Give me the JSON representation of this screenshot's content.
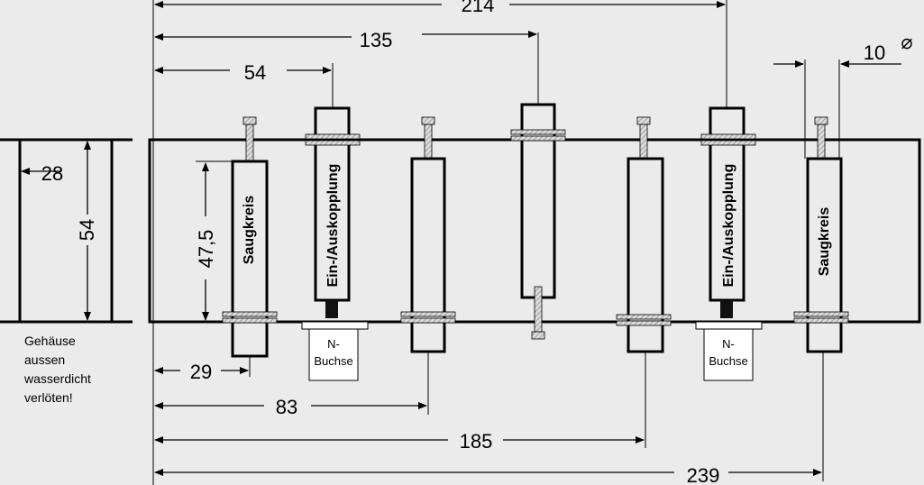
{
  "dimensions": {
    "d214": "214",
    "d135": "135",
    "d54top": "54",
    "d10": "10",
    "diameter_symbol": "⌀",
    "d28": "28",
    "d54side": "54",
    "d47_5": "47,5",
    "d29": "29",
    "d83": "83",
    "d185": "185",
    "d239": "239"
  },
  "labels": {
    "saugkreis": "Saugkreis",
    "einaus": "Ein-/Auskopplung",
    "n_buchse_1": "N-",
    "n_buchse_2": "Buchse"
  },
  "note": {
    "line1": "Gehäuse",
    "line2": "aussen",
    "line3": "wasserdicht",
    "line4": "verlöten!"
  },
  "colors": {
    "background": "#ebebeb",
    "line": "#000000",
    "hatch": "#9a9a9a"
  }
}
